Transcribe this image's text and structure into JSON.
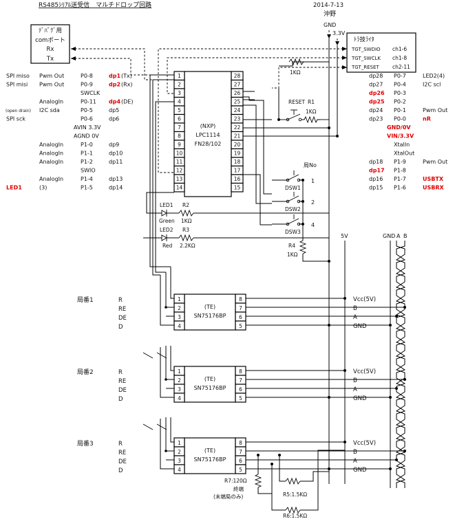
{
  "header": {
    "title": "RS485ｼﾘｱﾙ送受信　マルチドロップ回路",
    "date": "2014-7-13",
    "author": "沖野"
  },
  "debug_port": {
    "title": "ﾃﾞﾊﾞｸﾞ用",
    "sub": "comポート",
    "rx": "Rx",
    "tx": "Tx"
  },
  "writer": {
    "title": "ﾄﾗ技ﾗｲﾀ",
    "signals": [
      "TGT_SWDIO",
      "TGT_SWCLK",
      "TGT_RESET"
    ],
    "channels": [
      "ch1-6",
      "ch1-8",
      "ch2-11"
    ]
  },
  "power": {
    "gnd": "GND",
    "v33": "3.3V",
    "v5": "5V"
  },
  "mcu": {
    "maker": "(NXP)",
    "part": "LPC1114",
    "package": "FN28/102"
  },
  "left_pins": [
    {
      "func": "SPI miso",
      "mode": "Pwm Out",
      "port": "P0-8",
      "dp": "dp1",
      "extra": "(Tx)",
      "dp_red": true
    },
    {
      "func": "SPI misi",
      "mode": "Pwm Out",
      "port": "P0-9",
      "dp": "dp2",
      "extra": "(Rx)",
      "dp_red": true
    },
    {
      "func": "",
      "mode": "",
      "port": "SWCLK",
      "dp": "",
      "extra": "",
      "dp_red": false
    },
    {
      "func": "",
      "mode": "AnalogIn",
      "port": "P0-11",
      "dp": "dp4",
      "extra": "(DE)",
      "dp_red": true
    },
    {
      "func": "(open drain)",
      "mode": "I2C sda",
      "port": "P0-5",
      "dp": "dp5",
      "extra": "",
      "dp_red": false
    },
    {
      "func": "SPI sck",
      "mode": "",
      "port": "P0-6",
      "dp": "dp6",
      "extra": "",
      "dp_red": false
    },
    {
      "func": "",
      "mode": "",
      "port": "AVIN 3.3V",
      "dp": "",
      "extra": "",
      "dp_red": false
    },
    {
      "func": "",
      "mode": "",
      "port": "AGND 0V",
      "dp": "",
      "extra": "",
      "dp_red": false
    },
    {
      "func": "",
      "mode": "AnalogIn",
      "port": "P1-0",
      "dp": "dp9",
      "extra": "",
      "dp_red": false
    },
    {
      "func": "",
      "mode": "AnalogIn",
      "port": "P1-1",
      "dp": "dp10",
      "extra": "",
      "dp_red": false
    },
    {
      "func": "",
      "mode": "AnalogIn",
      "port": "P1-2",
      "dp": "dp11",
      "extra": "",
      "dp_red": false
    },
    {
      "func": "",
      "mode": "",
      "port": "SWIO",
      "dp": "",
      "extra": "",
      "dp_red": false
    },
    {
      "func": "",
      "mode": "AnalogIn",
      "port": "P1-4",
      "dp": "dp13",
      "extra": "",
      "dp_red": false
    },
    {
      "func": "LED1",
      "mode": "(3)",
      "port": "P1-5",
      "dp": "dp14",
      "extra": "",
      "dp_red": false,
      "func_red": true
    }
  ],
  "right_pins": [
    {
      "dp": "dp28",
      "port": "P0-7",
      "func": "LED2(4)",
      "dp_red": false,
      "func_red": false
    },
    {
      "dp": "dp27",
      "port": "P0-4",
      "func": "I2C scl",
      "dp_red": false,
      "func_red": false
    },
    {
      "dp": "dp26",
      "port": "P0-3",
      "func": "",
      "dp_red": true,
      "func_red": false
    },
    {
      "dp": "dp25",
      "port": "P0-2",
      "func": "",
      "dp_red": true,
      "func_red": false
    },
    {
      "dp": "dp24",
      "port": "P0-1",
      "func": "Pwm Out",
      "dp_red": false,
      "func_red": false
    },
    {
      "dp": "dp23",
      "port": "P0-0",
      "func": "nR",
      "dp_red": false,
      "func_red": true
    },
    {
      "dp": "",
      "port": "GND/0V",
      "func": "",
      "dp_red": false,
      "func_red": false,
      "port_red": true
    },
    {
      "dp": "",
      "port": "VIN/3.3V",
      "func": "",
      "dp_red": false,
      "func_red": false,
      "port_red": true
    },
    {
      "dp": "",
      "port": "XtalIn",
      "func": "",
      "dp_red": false,
      "func_red": false
    },
    {
      "dp": "",
      "port": "XtalOut",
      "func": "",
      "dp_red": false,
      "func_red": false
    },
    {
      "dp": "dp18",
      "port": "P1-9",
      "func": "Pwm Out",
      "dp_red": false,
      "func_red": false
    },
    {
      "dp": "dp17",
      "port": "P1-8",
      "func": "",
      "dp_red": true,
      "func_red": false
    },
    {
      "dp": "dp16",
      "port": "P1-7",
      "func": "USBTX",
      "dp_red": false,
      "func_red": true
    },
    {
      "dp": "dp15",
      "port": "P1-6",
      "func": "USBRX",
      "dp_red": false,
      "func_red": true
    }
  ],
  "chip_pins_left": [
    "1",
    "2",
    "3",
    "4",
    "5",
    "6",
    "7",
    "8",
    "9",
    "10",
    "11",
    "12",
    "13",
    "14"
  ],
  "chip_pins_right": [
    "28",
    "27",
    "26",
    "25",
    "24",
    "23",
    "22",
    "21",
    "20",
    "19",
    "18",
    "17",
    "16",
    "15"
  ],
  "parts": {
    "r_pull": "1KΩ",
    "reset": "RESET",
    "r1": "R1",
    "r1_val": "1KΩ",
    "dsw": [
      "DSW1",
      "DSW2",
      "DSW3"
    ],
    "station_no": "局No",
    "sw_nums": [
      "1",
      "2",
      "4"
    ],
    "r4": "R4",
    "r4_val": "1KΩ",
    "led1": "LED1",
    "led1_color": "Green",
    "r2": "R2",
    "r2_val": "1KΩ",
    "led2": "LED2",
    "led2_color": "Red",
    "r3": "R3",
    "r3_val": "2.2KΩ",
    "r7": "R7:120Ω",
    "term": "終端",
    "term_note": "(末端局のみ)",
    "r5": "R5:1.5KΩ",
    "r6": "R6:1.5KΩ"
  },
  "bus": {
    "gnd": "GND",
    "a": "A",
    "b": "B"
  },
  "transceiver": {
    "maker": "(TE)",
    "part": "SN75176BP",
    "pins_left": [
      "1",
      "2",
      "3",
      "4"
    ],
    "pins_right": [
      "8",
      "7",
      "6",
      "5"
    ],
    "signals_left": [
      "R",
      "RE",
      "DE",
      "D"
    ],
    "signals_right": [
      "Vcc(5V)",
      "B",
      "A",
      "GND"
    ]
  },
  "stations": [
    "局番1",
    "局番2",
    "局番3"
  ]
}
